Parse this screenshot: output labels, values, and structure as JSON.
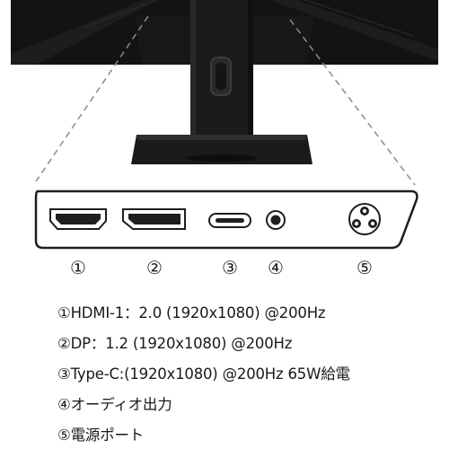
{
  "ports": [
    {
      "marker": "①",
      "icon": "hdmi-port-icon"
    },
    {
      "marker": "②",
      "icon": "displayport-icon"
    },
    {
      "marker": "③",
      "icon": "usb-c-port-icon"
    },
    {
      "marker": "④",
      "icon": "audio-jack-icon"
    },
    {
      "marker": "⑤",
      "icon": "power-port-icon"
    }
  ],
  "specs": [
    "①HDMI-1：2.0 (1920x1080) @200Hz",
    "②DP：1.2 (1920x1080) @200Hz",
    "③Type-C:(1920x1080) @200Hz 65W給電",
    "④オーディオ出力",
    "⑤電源ポート"
  ],
  "colors": {
    "monitor": "#111111",
    "stand": "#1c1c1c",
    "outline": "#1e1e1e",
    "dashed": "#8a8a8a"
  }
}
